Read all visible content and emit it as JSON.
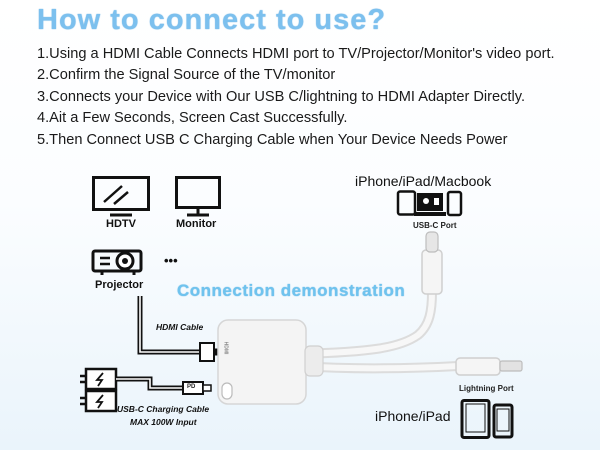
{
  "title": "How to connect to use?",
  "steps": [
    "1.Using a HDMI Cable Connects HDMI port to TV/Projector/Monitor's video port.",
    "2.Confirm the Signal Source of the TV/monitor",
    "3.Connects your Device with Our USB C/lightning to HDMI Adapter Directly.",
    "4.Ait a Few Seconds, Screen Cast Successfully.",
    "5.Then Connect USB C Charging Cable when Your Device Needs Power"
  ],
  "displays": {
    "hdtv": "HDTV",
    "monitor": "Monitor",
    "projector": "Projector",
    "more": "•••"
  },
  "demo_label": "Connection demonstration",
  "top_device": {
    "title": "iPhone/iPad/Macbook",
    "port": "USB-C Port"
  },
  "bottom_device": {
    "title": "iPhone/iPad",
    "port": "Lightning Port"
  },
  "cables": {
    "hdmi": "HDMI Cable",
    "charging_line1": "USB-C Charging Cable",
    "charging_line2": "MAX 100W Input",
    "pd": "PD",
    "hdmi_port_mark": "HDMI"
  },
  "colors": {
    "title": "#7cc0ee",
    "demo": "#6fc3ee",
    "adapter": "#f4f4f4"
  }
}
